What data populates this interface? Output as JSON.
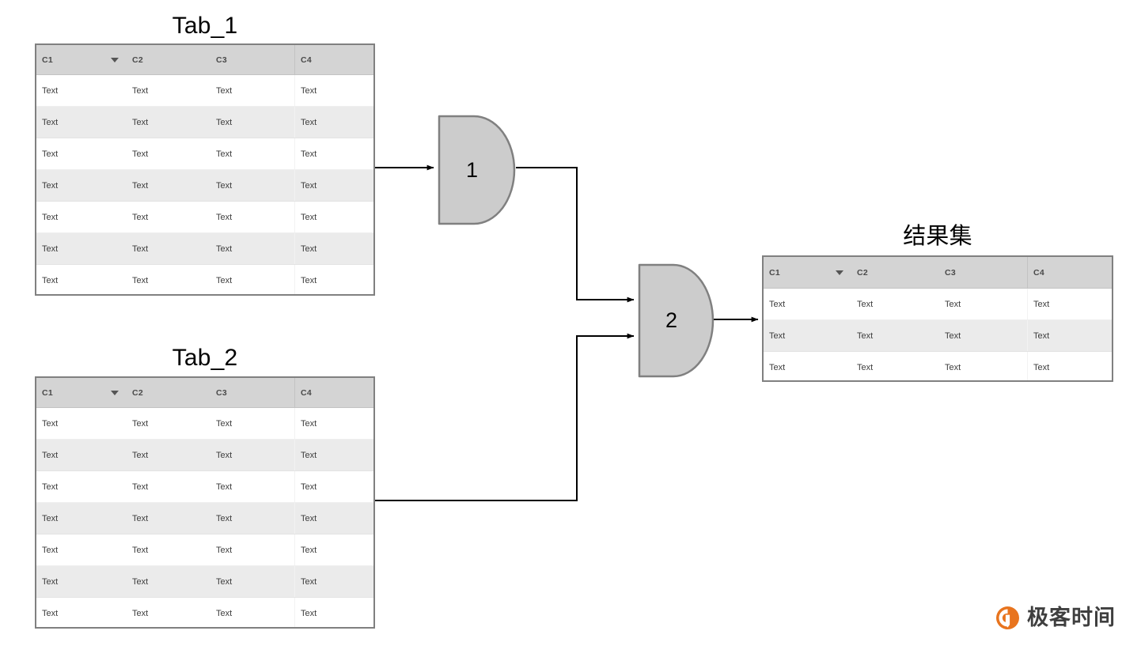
{
  "diagram": {
    "type": "join-flow-diagram",
    "background": "#ffffff"
  },
  "colors": {
    "table_header_bg": "#d4d4d4",
    "table_stripe_bg": "#ebebeb",
    "table_row_bg": "#ffffff",
    "table_border": "#808080",
    "gate_fill": "#cccccc",
    "gate_stroke": "#808080",
    "wire": "#000000",
    "text": "#3d3d3d",
    "watermark_orange": "#e8741e",
    "watermark_text": "#3f3f3f"
  },
  "source_tables": [
    {
      "title": "Tab_1",
      "columns": [
        "C1",
        "C2",
        "C3",
        "C4"
      ],
      "sort_indicator_column": "C1",
      "sort_indicator_icon": "caret-down-icon",
      "rows": [
        [
          "Text",
          "Text",
          "Text",
          "Text"
        ],
        [
          "Text",
          "Text",
          "Text",
          "Text"
        ],
        [
          "Text",
          "Text",
          "Text",
          "Text"
        ],
        [
          "Text",
          "Text",
          "Text",
          "Text"
        ],
        [
          "Text",
          "Text",
          "Text",
          "Text"
        ],
        [
          "Text",
          "Text",
          "Text",
          "Text"
        ],
        [
          "Text",
          "Text",
          "Text",
          "Text"
        ]
      ]
    },
    {
      "title": "Tab_2",
      "columns": [
        "C1",
        "C2",
        "C3",
        "C4"
      ],
      "sort_indicator_column": "C1",
      "sort_indicator_icon": "caret-down-icon",
      "rows": [
        [
          "Text",
          "Text",
          "Text",
          "Text"
        ],
        [
          "Text",
          "Text",
          "Text",
          "Text"
        ],
        [
          "Text",
          "Text",
          "Text",
          "Text"
        ],
        [
          "Text",
          "Text",
          "Text",
          "Text"
        ],
        [
          "Text",
          "Text",
          "Text",
          "Text"
        ],
        [
          "Text",
          "Text",
          "Text",
          "Text"
        ],
        [
          "Text",
          "Text",
          "Text",
          "Text"
        ]
      ]
    }
  ],
  "result_table": {
    "title": "结果集",
    "columns": [
      "C1",
      "C2",
      "C3",
      "C4"
    ],
    "sort_indicator_column": "C1",
    "sort_indicator_icon": "caret-down-icon",
    "rows": [
      [
        "Text",
        "Text",
        "Text",
        "Text"
      ],
      [
        "Text",
        "Text",
        "Text",
        "Text"
      ],
      [
        "Text",
        "Text",
        "Text",
        "Text"
      ]
    ]
  },
  "gates": [
    {
      "label": "1",
      "shape": "and-gate",
      "inputs": 1,
      "outputs": 1
    },
    {
      "label": "2",
      "shape": "and-gate",
      "inputs": 2,
      "outputs": 1
    }
  ],
  "connections": [
    {
      "from": "Tab_1",
      "to": "gate-1"
    },
    {
      "from": "gate-1",
      "to": "gate-2"
    },
    {
      "from": "Tab_2",
      "to": "gate-2"
    },
    {
      "from": "gate-2",
      "to": "result-table"
    }
  ],
  "watermark": {
    "text": "极客时间",
    "logo": "circle-arrow-logo"
  }
}
